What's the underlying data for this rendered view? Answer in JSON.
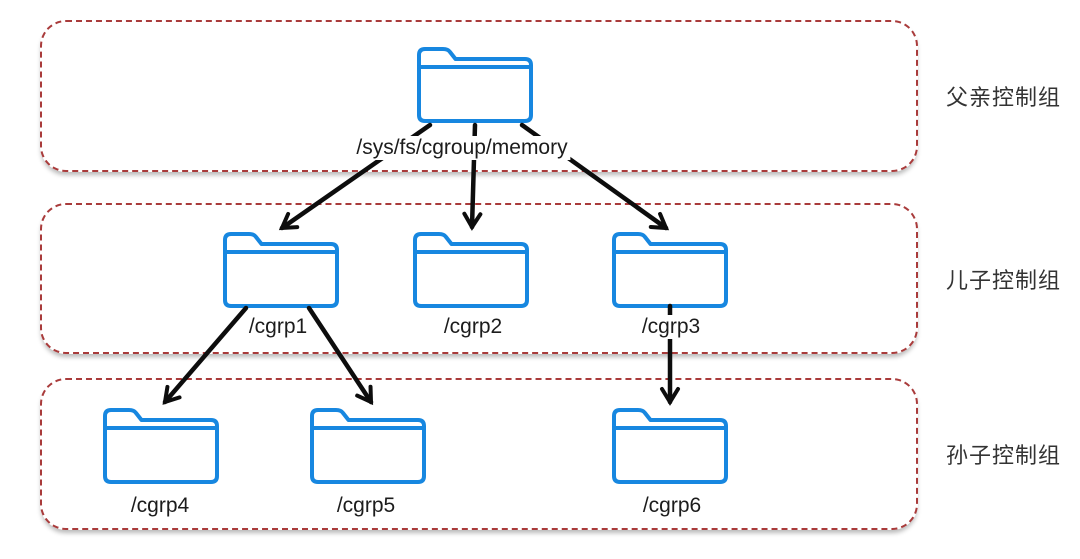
{
  "diagram": {
    "levels": [
      {
        "side_label": "父亲控制组",
        "nodes": [
          {
            "label": "/sys/fs/cgroup/memory"
          }
        ]
      },
      {
        "side_label": "儿子控制组",
        "nodes": [
          {
            "label": "/cgrp1"
          },
          {
            "label": "/cgrp2"
          },
          {
            "label": "/cgrp3"
          }
        ]
      },
      {
        "side_label": "孙子控制组",
        "nodes": [
          {
            "label": "/cgrp4"
          },
          {
            "label": "/cgrp5"
          },
          {
            "label": "/cgrp6"
          }
        ]
      }
    ],
    "edges": [
      {
        "from": "/sys/fs/cgroup/memory",
        "to": "/cgrp1"
      },
      {
        "from": "/sys/fs/cgroup/memory",
        "to": "/cgrp2"
      },
      {
        "from": "/sys/fs/cgroup/memory",
        "to": "/cgrp3"
      },
      {
        "from": "/cgrp1",
        "to": "/cgrp4"
      },
      {
        "from": "/cgrp1",
        "to": "/cgrp5"
      },
      {
        "from": "/cgrp3",
        "to": "/cgrp6"
      }
    ],
    "colors": {
      "folder_outline": "#1787e0",
      "group_border": "#a93b3b",
      "arrow": "#0d0d0d",
      "label_text": "#1c1c1c",
      "side_label_text": "#333333"
    }
  }
}
